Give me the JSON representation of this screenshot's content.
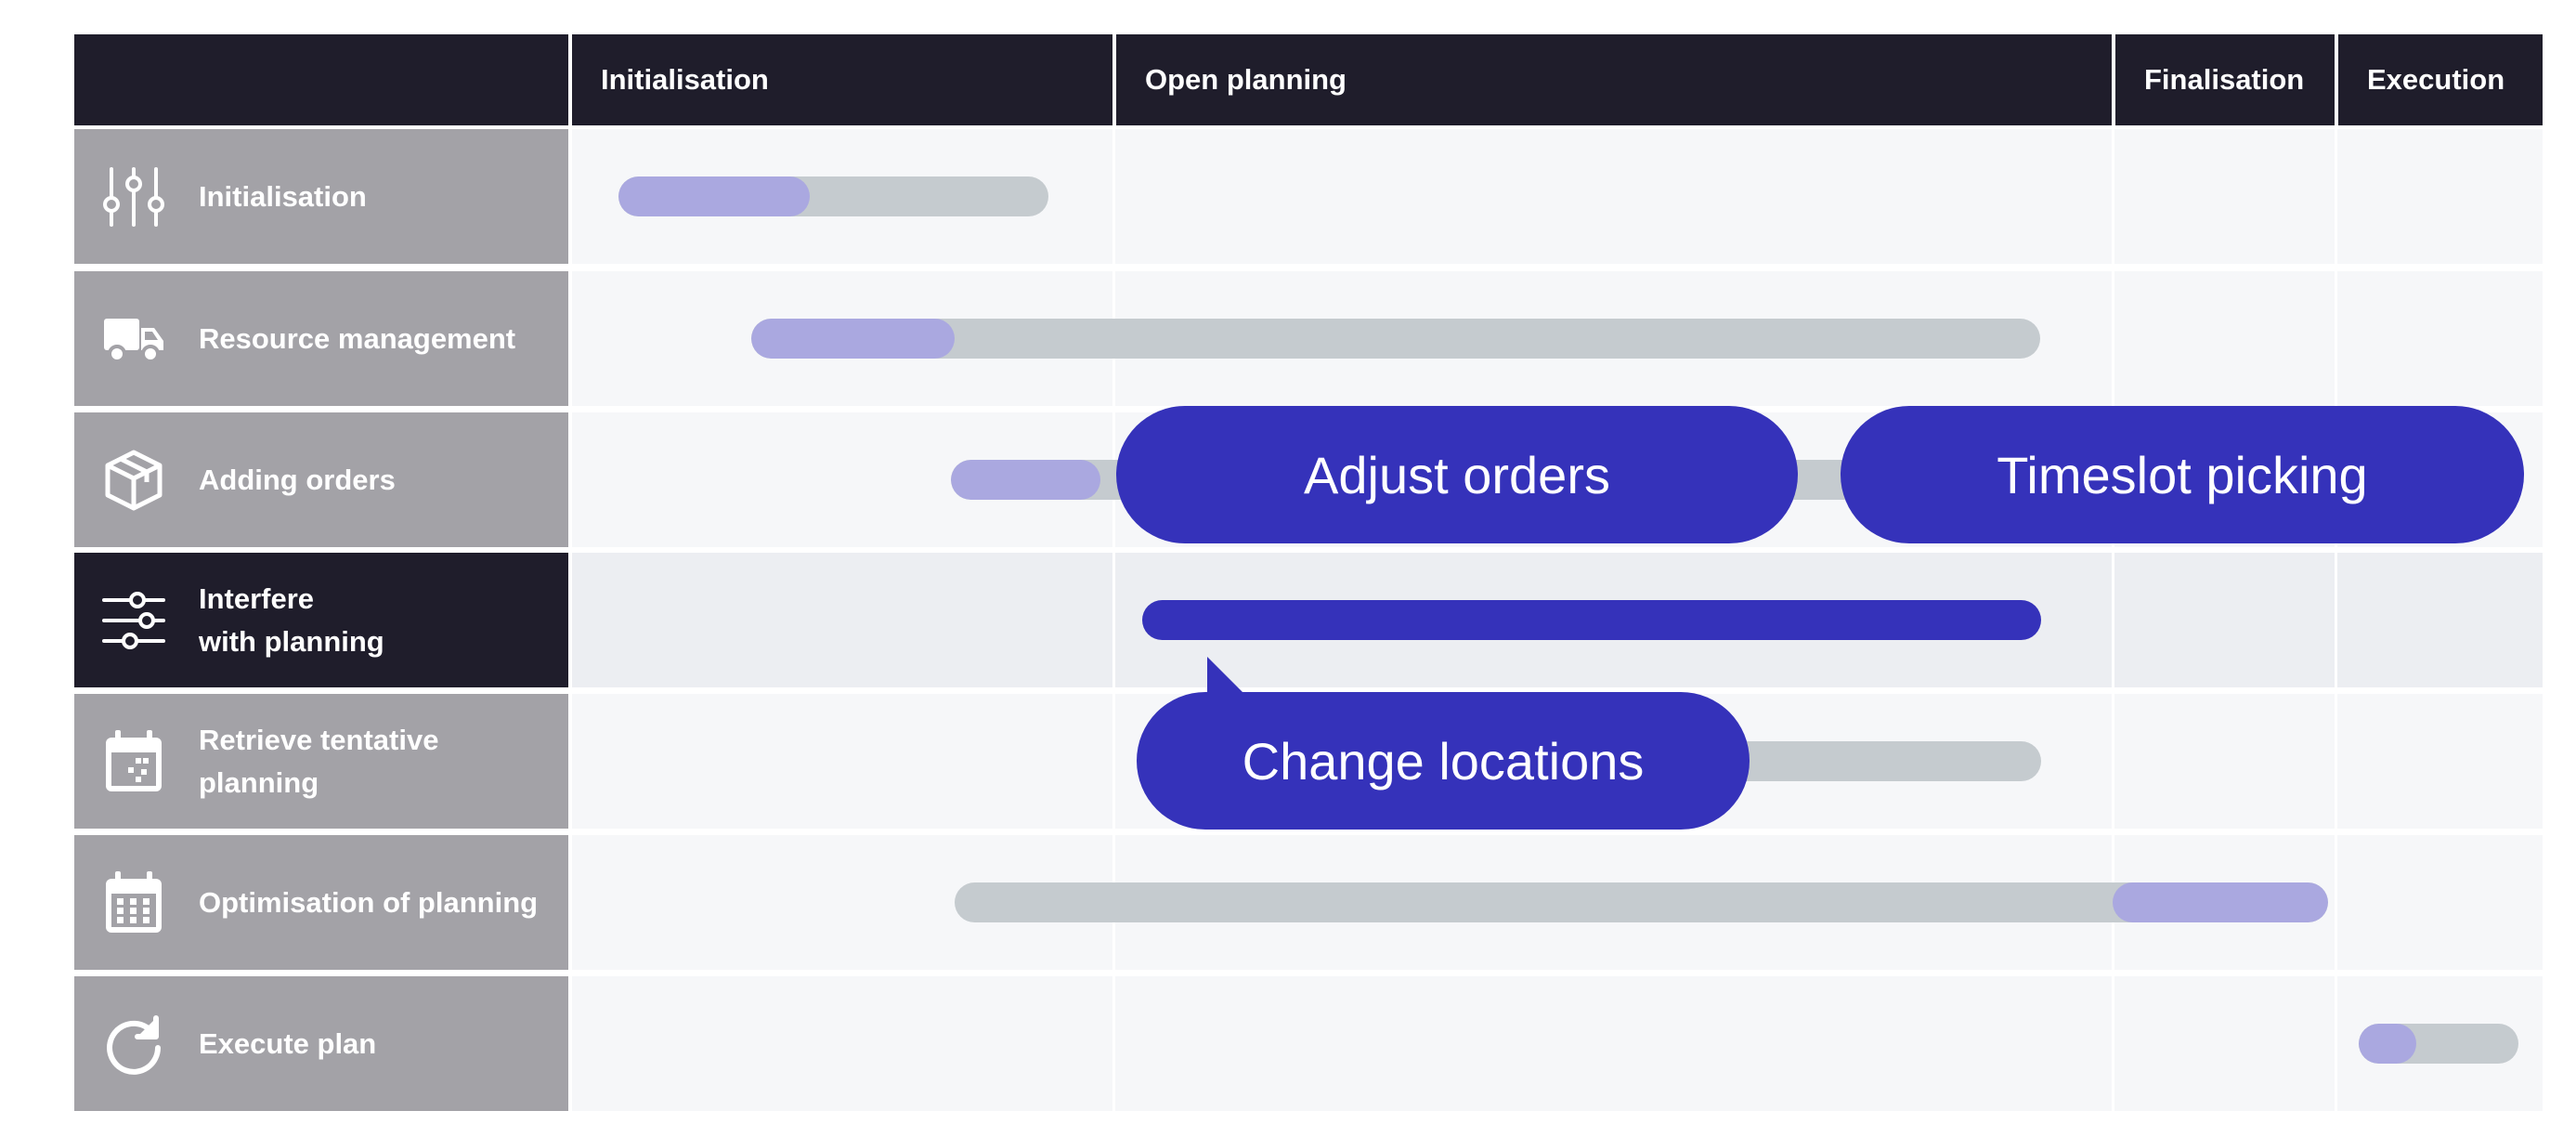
{
  "header": {
    "columns": [
      {
        "label": "",
        "key": "blank"
      },
      {
        "label": "Initialisation",
        "key": "initialisation"
      },
      {
        "label": "Open planning",
        "key": "open-planning"
      },
      {
        "label": "Finalisation",
        "key": "finalisation"
      },
      {
        "label": "Execution",
        "key": "execution"
      }
    ]
  },
  "rows": [
    {
      "key": "initialisation",
      "label": "Initialisation",
      "icon": "sliders-vertical-icon",
      "active": false
    },
    {
      "key": "resource-management",
      "label": "Resource management",
      "icon": "truck-icon",
      "active": false
    },
    {
      "key": "adding-orders",
      "label": "Adding orders",
      "icon": "box-icon",
      "active": false
    },
    {
      "key": "interfere-with-planning",
      "label": "Interfere\nwith planning",
      "icon": "sliders-horizontal-icon",
      "active": true
    },
    {
      "key": "retrieve-tentative-planning",
      "label": "Retrieve tentative\nplanning",
      "icon": "calendar-dots-icon",
      "active": false
    },
    {
      "key": "optimisation-of-planning",
      "label": "Optimisation of planning",
      "icon": "calendar-grid-icon",
      "active": false
    },
    {
      "key": "execute-plan",
      "label": "Execute plan",
      "icon": "refresh-icon",
      "active": false
    }
  ],
  "bubbles": [
    {
      "key": "adjust-orders",
      "text": "Adjust orders"
    },
    {
      "key": "timeslot-picking",
      "text": "Timeslot picking"
    },
    {
      "key": "change-locations",
      "text": "Change locations"
    }
  ],
  "colors": {
    "header_bg": "#1f1d2b",
    "row_label_bg": "#a3a2a7",
    "row_bg": "#f6f7f9",
    "track": "#c5cbcf",
    "progress_fill": "#aaa8e0",
    "accent": "#3532ba"
  }
}
